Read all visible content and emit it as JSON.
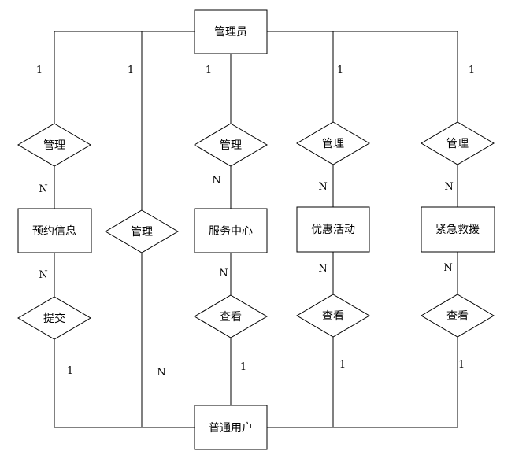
{
  "entities": {
    "admin": "管理员",
    "user": "普通用户",
    "booking": "预约信息",
    "service": "服务中心",
    "promo": "优惠活动",
    "rescue": "紧急救援"
  },
  "relationships": {
    "manage_booking": "管理",
    "manage_user": "管理",
    "manage_service": "管理",
    "manage_promo": "管理",
    "manage_rescue": "管理",
    "submit_booking": "提交",
    "view_service": "查看",
    "view_promo": "查看",
    "view_rescue": "查看"
  },
  "cardinality": {
    "admin_booking": "1",
    "admin_user": "1",
    "admin_service": "1",
    "admin_promo": "1",
    "admin_rescue": "1",
    "booking_manage": "N",
    "service_manage": "N",
    "promo_manage": "N",
    "rescue_manage": "N",
    "user_manage": "N",
    "booking_submit": "N",
    "service_view": "N",
    "promo_view": "N",
    "rescue_view": "N",
    "user_submit": "1",
    "user_view_service": "1",
    "user_view_promo": "1",
    "user_view_rescue": "1"
  }
}
